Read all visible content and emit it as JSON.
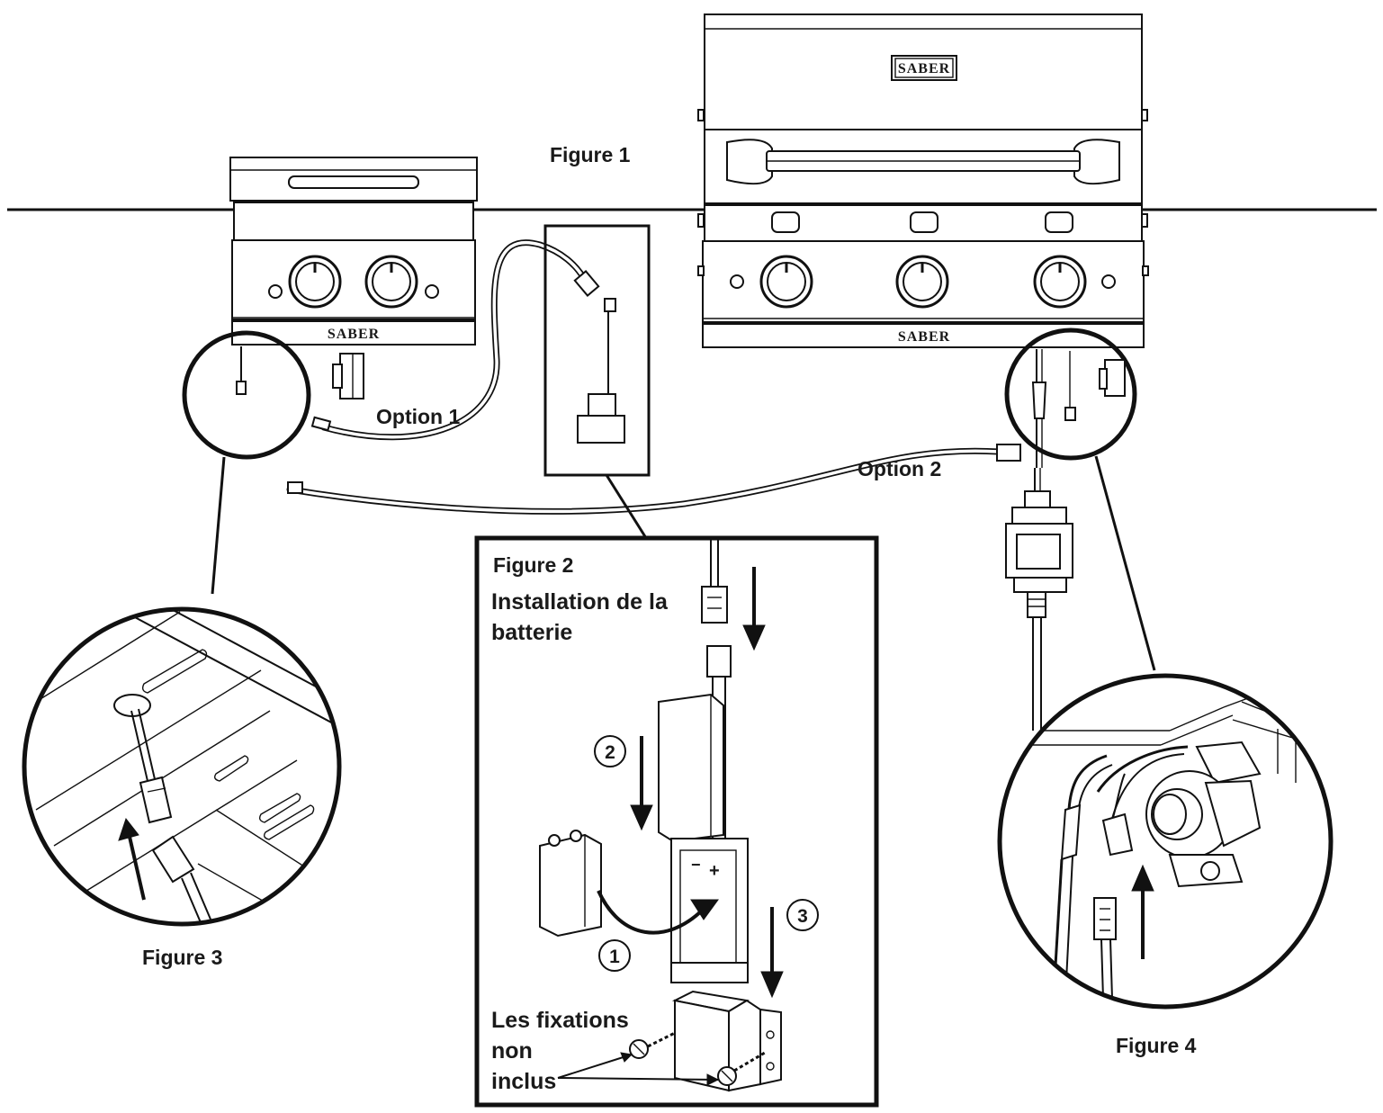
{
  "brand": {
    "logo_small": "SABER",
    "logo_large_lid": "SABER",
    "logo_large_front": "SABER"
  },
  "figures": {
    "figure1": {
      "label": "Figure 1"
    },
    "figure2": {
      "label": "Figure 2",
      "title_line1": "Installation de la",
      "title_line2": "batterie",
      "steps": [
        "1",
        "2",
        "3"
      ],
      "note_line1": "Les fixations",
      "note_line2": "non",
      "note_line3": "inclus",
      "battery_minus": "−",
      "battery_plus": "+"
    },
    "figure3": {
      "label": "Figure 3"
    },
    "figure4": {
      "label": "Figure 4"
    }
  },
  "options": {
    "option1": "Option 1",
    "option2": "Option 2"
  }
}
